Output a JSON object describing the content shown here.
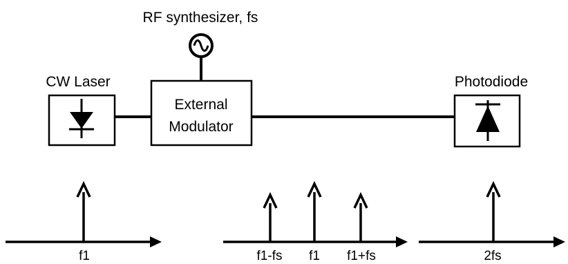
{
  "rf_source": {
    "label": "RF synthesizer, fs"
  },
  "laser": {
    "label": "CW Laser"
  },
  "modulator": {
    "line1": "External",
    "line2": "Modulator"
  },
  "photodiode": {
    "label": "Photodiode"
  },
  "spectra": {
    "laser_output": {
      "labels": [
        "f1"
      ]
    },
    "modulator_output": {
      "labels": [
        "f1-fs",
        "f1",
        "f1+fs"
      ]
    },
    "photodiode_output": {
      "labels": [
        "2fs"
      ]
    }
  }
}
